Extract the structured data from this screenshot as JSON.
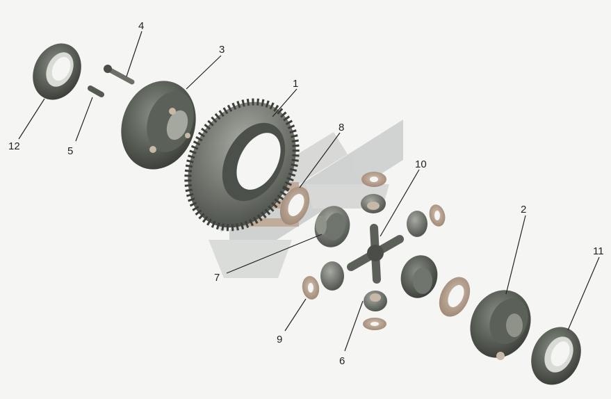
{
  "diagram": {
    "callouts": [
      {
        "id": "1",
        "part": "ring-gear"
      },
      {
        "id": "2",
        "part": "differential-case-half-right"
      },
      {
        "id": "3",
        "part": "differential-case-half-left"
      },
      {
        "id": "4",
        "part": "bolt"
      },
      {
        "id": "5",
        "part": "pin"
      },
      {
        "id": "6",
        "part": "pinion-gear-with-washer"
      },
      {
        "id": "7",
        "part": "side-gear"
      },
      {
        "id": "8",
        "part": "thrust-washer"
      },
      {
        "id": "9",
        "part": "spherical-washer"
      },
      {
        "id": "10",
        "part": "spider-cross"
      },
      {
        "id": "11",
        "part": "bearing-right"
      },
      {
        "id": "12",
        "part": "bearing-left"
      }
    ],
    "colors": {
      "background": "#f5f5f3",
      "part_dark": "#4a4f48",
      "part_mid": "#6f746c",
      "part_light": "#9ca097",
      "washer_tan": "#b49d8a",
      "logo_gray": "#c9ccca",
      "logo_tan": "#b9a08c"
    }
  }
}
